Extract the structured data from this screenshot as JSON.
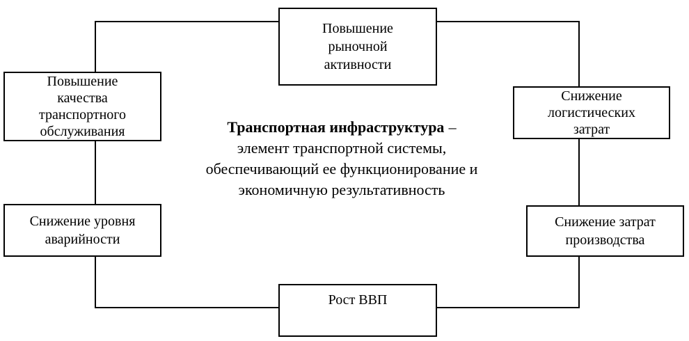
{
  "center": {
    "term": "Транспортная инфраструктура",
    "dash": "–",
    "definition": "элемент транспортной системы,\nобеспечивающий ее функционирование и\nэкономичную результативность"
  },
  "boxes": {
    "market_activity": "Повышение\nрыночной\nактивности",
    "service_quality": "Повышение\nкачества\nтранспортного\nобслуживания",
    "logistics_costs": "Снижение\nлогистических\nзатрат",
    "accident_rate": "Снижение уровня\nаварийности",
    "production_costs": "Снижение затрат\nпроизводства",
    "gdp_growth": "Рост ВВП"
  },
  "colors": {
    "line": "#000000",
    "background": "#ffffff",
    "text": "#000000"
  }
}
